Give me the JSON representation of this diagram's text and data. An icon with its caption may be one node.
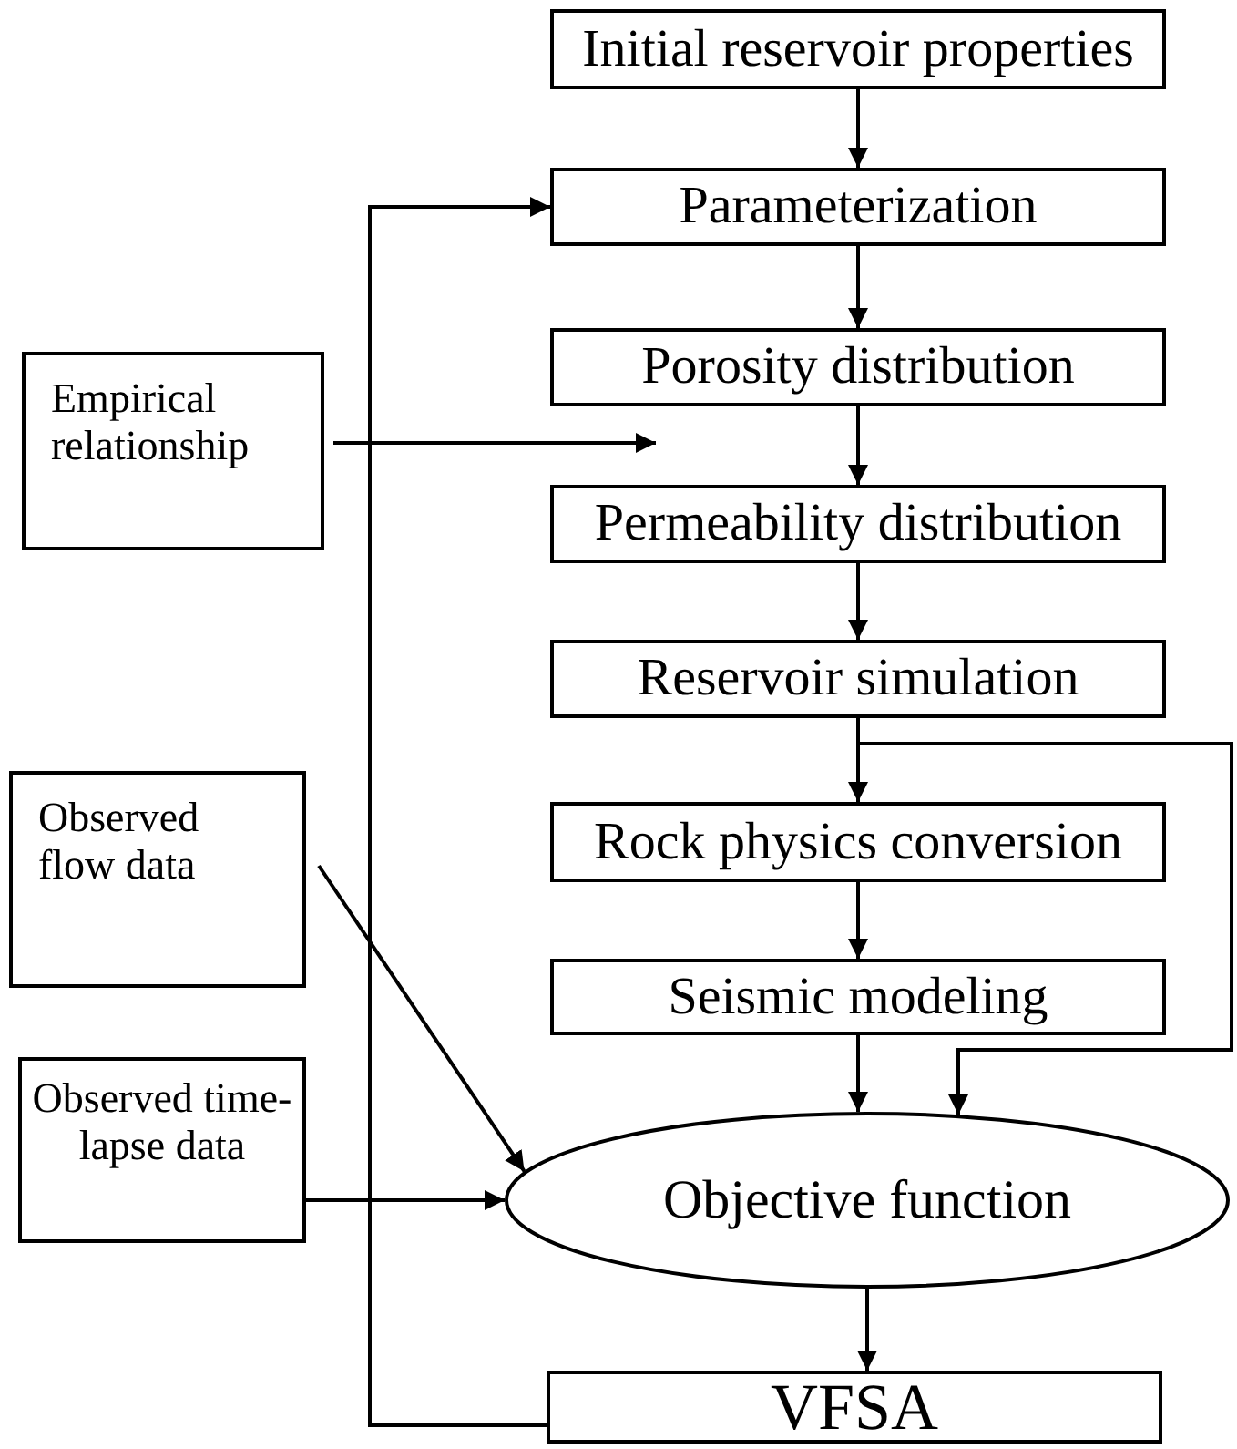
{
  "diagram": {
    "nodes": [
      {
        "text": [
          "Initial reservoir properties"
        ]
      },
      {
        "text": [
          "Parameterization"
        ]
      },
      {
        "text": [
          "Porosity distribution"
        ]
      },
      {
        "text": [
          "Permeability distribution"
        ]
      },
      {
        "text": [
          "Reservoir simulation"
        ]
      },
      {
        "text": [
          "Rock physics conversion"
        ]
      },
      {
        "text": [
          "Seismic modeling"
        ]
      },
      {
        "text": [
          "Objective function"
        ]
      },
      {
        "text": [
          "VFSA"
        ]
      },
      {
        "text": [
          "Empirical relationship"
        ]
      },
      {
        "text": [
          "Observed flow data"
        ]
      },
      {
        "text": [
          "Observed time-lapse data"
        ]
      }
    ],
    "edges": [
      {
        "from": 0,
        "to": 1,
        "arrow": "to"
      },
      {
        "from": 1,
        "to": 2,
        "arrow": "to"
      },
      {
        "from": 2,
        "to": 3,
        "arrow": "to"
      },
      {
        "from": 3,
        "to": 4,
        "arrow": "to"
      },
      {
        "from": 4,
        "to": 5,
        "arrow": "to"
      },
      {
        "from": 5,
        "to": 6,
        "arrow": "to"
      },
      {
        "from": 6,
        "to": 7,
        "arrow": "to"
      },
      {
        "from": 4,
        "to": 7,
        "arrow": "to"
      },
      {
        "from": 7,
        "to": 8,
        "arrow": "to"
      },
      {
        "from": 8,
        "to": 1,
        "arrow": "to"
      },
      {
        "from": 9,
        "to": 2,
        "arrow": "to"
      },
      {
        "from": 10,
        "to": 7,
        "arrow": "to"
      },
      {
        "from": 11,
        "to": 7,
        "arrow": "to"
      }
    ]
  }
}
